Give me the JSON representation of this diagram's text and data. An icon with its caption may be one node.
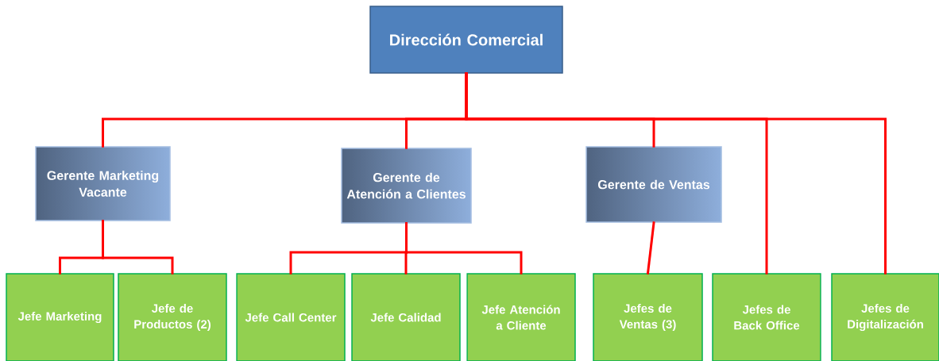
{
  "diagram": {
    "nodes": [
      {
        "text": [
          "Dirección Comercial"
        ]
      },
      {
        "text": [
          "Gerente Marketing Vacante"
        ]
      },
      {
        "text": [
          "Gerente de Atención a Clientes"
        ]
      },
      {
        "text": [
          "Gerente de Ventas"
        ]
      },
      {
        "text": [
          "Jefe Marketing"
        ]
      },
      {
        "text": [
          "Jefe de Productos (2)"
        ]
      },
      {
        "text": [
          "Jefe Call Center"
        ]
      },
      {
        "text": [
          "Jefe Calidad"
        ]
      },
      {
        "text": [
          "Jefe Atención a Cliente"
        ]
      },
      {
        "text": [
          "Jefes de Ventas (3)"
        ]
      },
      {
        "text": [
          "Jefes de Back Office"
        ]
      },
      {
        "text": [
          "Jefes de Digitalización"
        ]
      }
    ],
    "edges": [
      {
        "from": 0,
        "to": 1,
        "arrow": "none"
      },
      {
        "from": 0,
        "to": 2,
        "arrow": "none"
      },
      {
        "from": 0,
        "to": 3,
        "arrow": "none"
      },
      {
        "from": 0,
        "to": 10,
        "arrow": "none"
      },
      {
        "from": 0,
        "to": 11,
        "arrow": "none"
      },
      {
        "from": 1,
        "to": 4,
        "arrow": "none"
      },
      {
        "from": 1,
        "to": 5,
        "arrow": "none"
      },
      {
        "from": 2,
        "to": 6,
        "arrow": "none"
      },
      {
        "from": 2,
        "to": 7,
        "arrow": "none"
      },
      {
        "from": 2,
        "to": 8,
        "arrow": "none"
      },
      {
        "from": 3,
        "to": 9,
        "arrow": "none"
      }
    ]
  }
}
